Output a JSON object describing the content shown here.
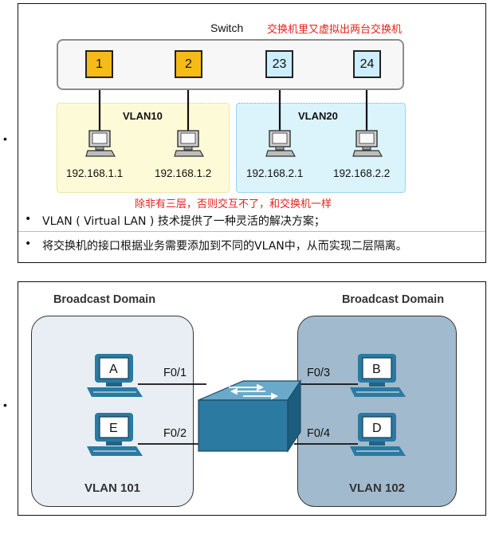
{
  "top_panel": {
    "switch_label": "Switch",
    "annotation_top": "交换机里又虚拟出两台交换机",
    "ports": [
      "1",
      "2",
      "23",
      "24"
    ],
    "vlans": [
      {
        "name": "VLAN10",
        "hosts": [
          "192.168.1.1",
          "192.168.1.2"
        ],
        "color": "#fdfbd7"
      },
      {
        "name": "VLAN20",
        "hosts": [
          "192.168.2.1",
          "192.168.2.2"
        ],
        "color": "#dbf3fb"
      }
    ],
    "annotation_bottom": "除非有三层，否则交互不了，和交换机一样",
    "bullets": [
      "VLAN ( Virtual LAN ) 技术提供了一种灵活的解决方案；",
      "将交换机的接口根据业务需要添加到不同的VLAN中，从而实现二层隔离。"
    ],
    "colors": {
      "port_yellow": "#f7bb17",
      "port_blue": "#cdeefc",
      "annotation": "#e8201a"
    }
  },
  "bottom_panel": {
    "left_domain": {
      "title": "Broadcast Domain",
      "vlan": "VLAN 101",
      "hosts": [
        {
          "letter": "A",
          "port": "F0/1"
        },
        {
          "letter": "E",
          "port": "F0/2"
        }
      ],
      "color": "#e8eef3"
    },
    "right_domain": {
      "title": "Broadcast Domain",
      "vlan": "VLAN 102",
      "hosts": [
        {
          "letter": "B",
          "port": "F0/3"
        },
        {
          "letter": "D",
          "port": "F0/4"
        }
      ],
      "color": "#a2bacd"
    },
    "switch_color": "#2a7aa2"
  },
  "page_bullet": "•"
}
